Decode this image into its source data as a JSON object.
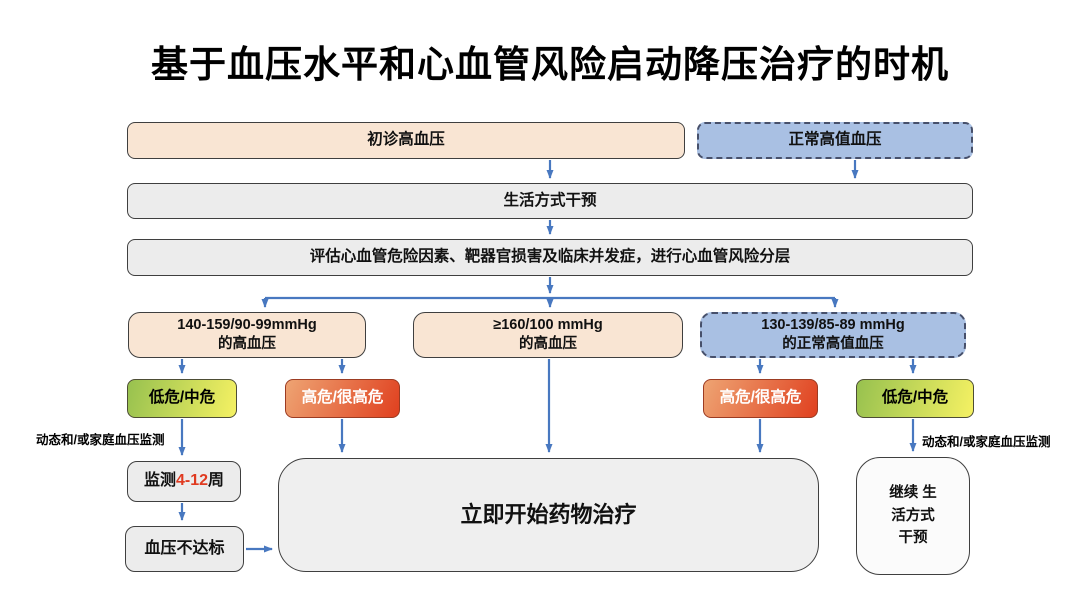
{
  "title": "基于血压水平和心血管风险启动降压治疗的时机",
  "colors": {
    "arrow_blue": "#4878c0",
    "peach_fill": "#f9e5d3",
    "blue_fill": "#a9c0e3",
    "gray_fill": "#ececec",
    "border_dark": "#3f3f3f",
    "dashed_border": "#47506b",
    "risk_low_from": "#97c14f",
    "risk_low_to": "#f5f163",
    "risk_high_from": "#eea473",
    "risk_high_to": "#e0401f",
    "highlight_red": "#e03a20"
  },
  "nodes": {
    "first_visit": {
      "label": "初诊高血压"
    },
    "high_normal": {
      "label": "正常高值血压"
    },
    "lifestyle": {
      "label": "生活方式干预"
    },
    "assess": {
      "label": "评估心血管危险因素、靶器官损害及临床并发症，进行心血管风险分层"
    },
    "bp_140": {
      "line1": "140-159/90-99mmHg",
      "line2": "的高血压"
    },
    "bp_160": {
      "line1": "≥160/100 mmHg",
      "line2": "的高血压"
    },
    "bp_130": {
      "line1": "130-139/85-89 mmHg",
      "line2": "的正常高值血压"
    },
    "risk_low_left": {
      "label": "低危/中危"
    },
    "risk_high_left": {
      "label": "高危/很高危"
    },
    "risk_high_right": {
      "label": "高危/很高危"
    },
    "risk_low_right": {
      "label": "低危/中危"
    },
    "monitor": {
      "prefix": "监测",
      "highlight": "4-12",
      "suffix": "周"
    },
    "bp_not_target": {
      "label": "血压不达标"
    },
    "start_drug": {
      "label": "立即开始药物治疗"
    },
    "continue_lifestyle": {
      "line1": "继续 生",
      "line2": "活方式",
      "line3": "干预"
    }
  },
  "labels": {
    "abpm_left": "动态和/或家庭血压监测",
    "abpm_right": "动态和/或家庭血压监测"
  }
}
